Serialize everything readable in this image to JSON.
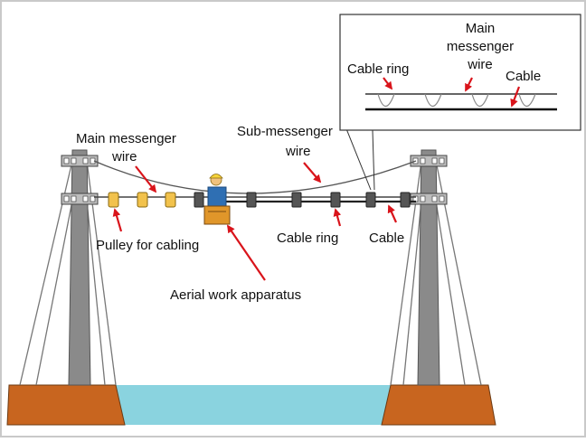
{
  "labels": {
    "main_messenger_left_1": "Main messenger",
    "main_messenger_left_2": "wire",
    "sub_messenger_1": "Sub-messenger",
    "sub_messenger_2": "wire",
    "pulley": "Pulley for cabling",
    "aerial_work": "Aerial work apparatus",
    "cable_ring_bottom": "Cable ring",
    "cable_bottom": "Cable"
  },
  "inset": {
    "main_messenger_1": "Main",
    "main_messenger_2": "messenger",
    "main_messenger_3": "wire",
    "cable_ring": "Cable ring",
    "cable": "Cable"
  },
  "colors": {
    "ground": "#c8651f",
    "water": "#8ad3df",
    "arrow": "#d9141b",
    "pole": "#8a8a8a",
    "pulley": "#f2c24c",
    "ring": "#555555"
  }
}
